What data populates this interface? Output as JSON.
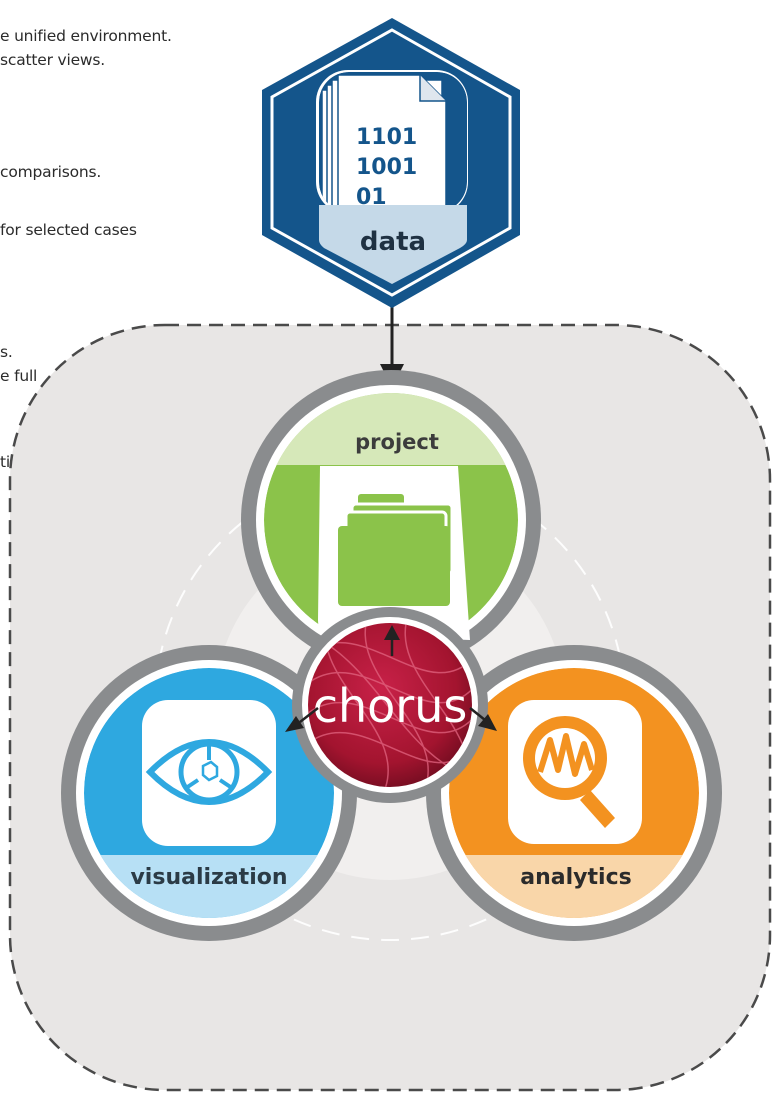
{
  "side_text": {
    "line1": "e unified environment.",
    "line2": "scatter views.",
    "line3": "comparisons.",
    "line4": " for selected cases",
    "line5": "s.",
    "line6": "e full",
    "line7": "tion."
  },
  "nodes": {
    "data": {
      "label": "data",
      "binary": [
        "1101",
        "1001",
        "01"
      ]
    },
    "project": {
      "label": "project"
    },
    "visualization": {
      "label": "visualization"
    },
    "analytics": {
      "label": "analytics"
    },
    "center": {
      "label": "chorus"
    }
  },
  "colors": {
    "data_blue": "#1b5c93",
    "project_green": "#8bc34a",
    "visualization_blue": "#2ea8e0",
    "analytics_orange": "#f39220",
    "center_red": "#b5173b",
    "ring_gray": "#8a8c8e",
    "panel_gray": "#e6e6e6"
  }
}
